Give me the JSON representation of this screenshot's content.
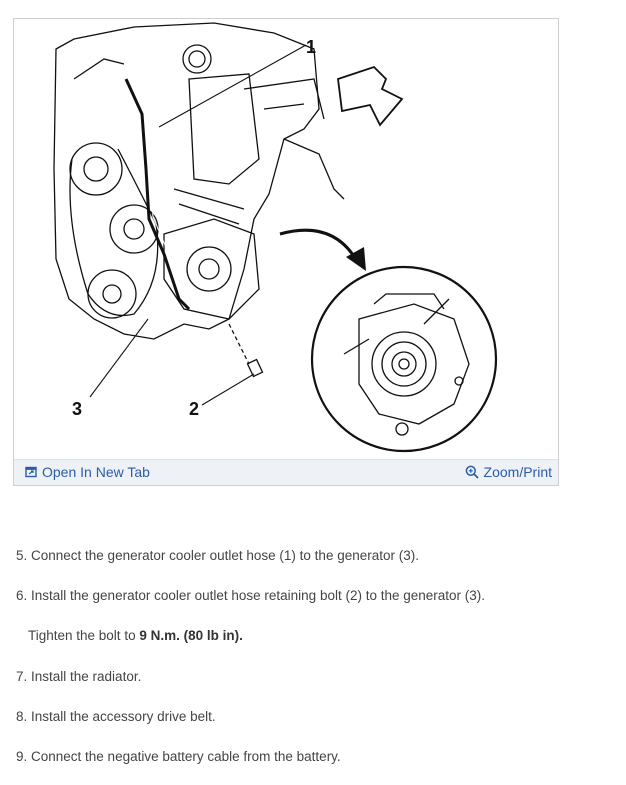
{
  "figure": {
    "callouts": [
      "1",
      "2",
      "3"
    ],
    "open_tab_label": "Open In New Tab",
    "zoom_label": "Zoom/Print",
    "open_tab_icon": "open-new-tab-icon",
    "zoom_icon": "zoom-in-icon",
    "link_color": "#2a5da8"
  },
  "steps": [
    {
      "text": "5. Connect the generator cooler outlet hose (1) to the generator (3)."
    },
    {
      "text": "6. Install the generator cooler outlet hose retaining bolt (2) to the generator (3)."
    },
    {
      "prefix": "Tighten the bolt to ",
      "bold": "9 N.m. (80 lb in)."
    },
    {
      "text": "7. Install the radiator."
    },
    {
      "text": "8. Install the accessory drive belt."
    },
    {
      "text": "9. Connect the negative battery cable from the battery."
    }
  ]
}
